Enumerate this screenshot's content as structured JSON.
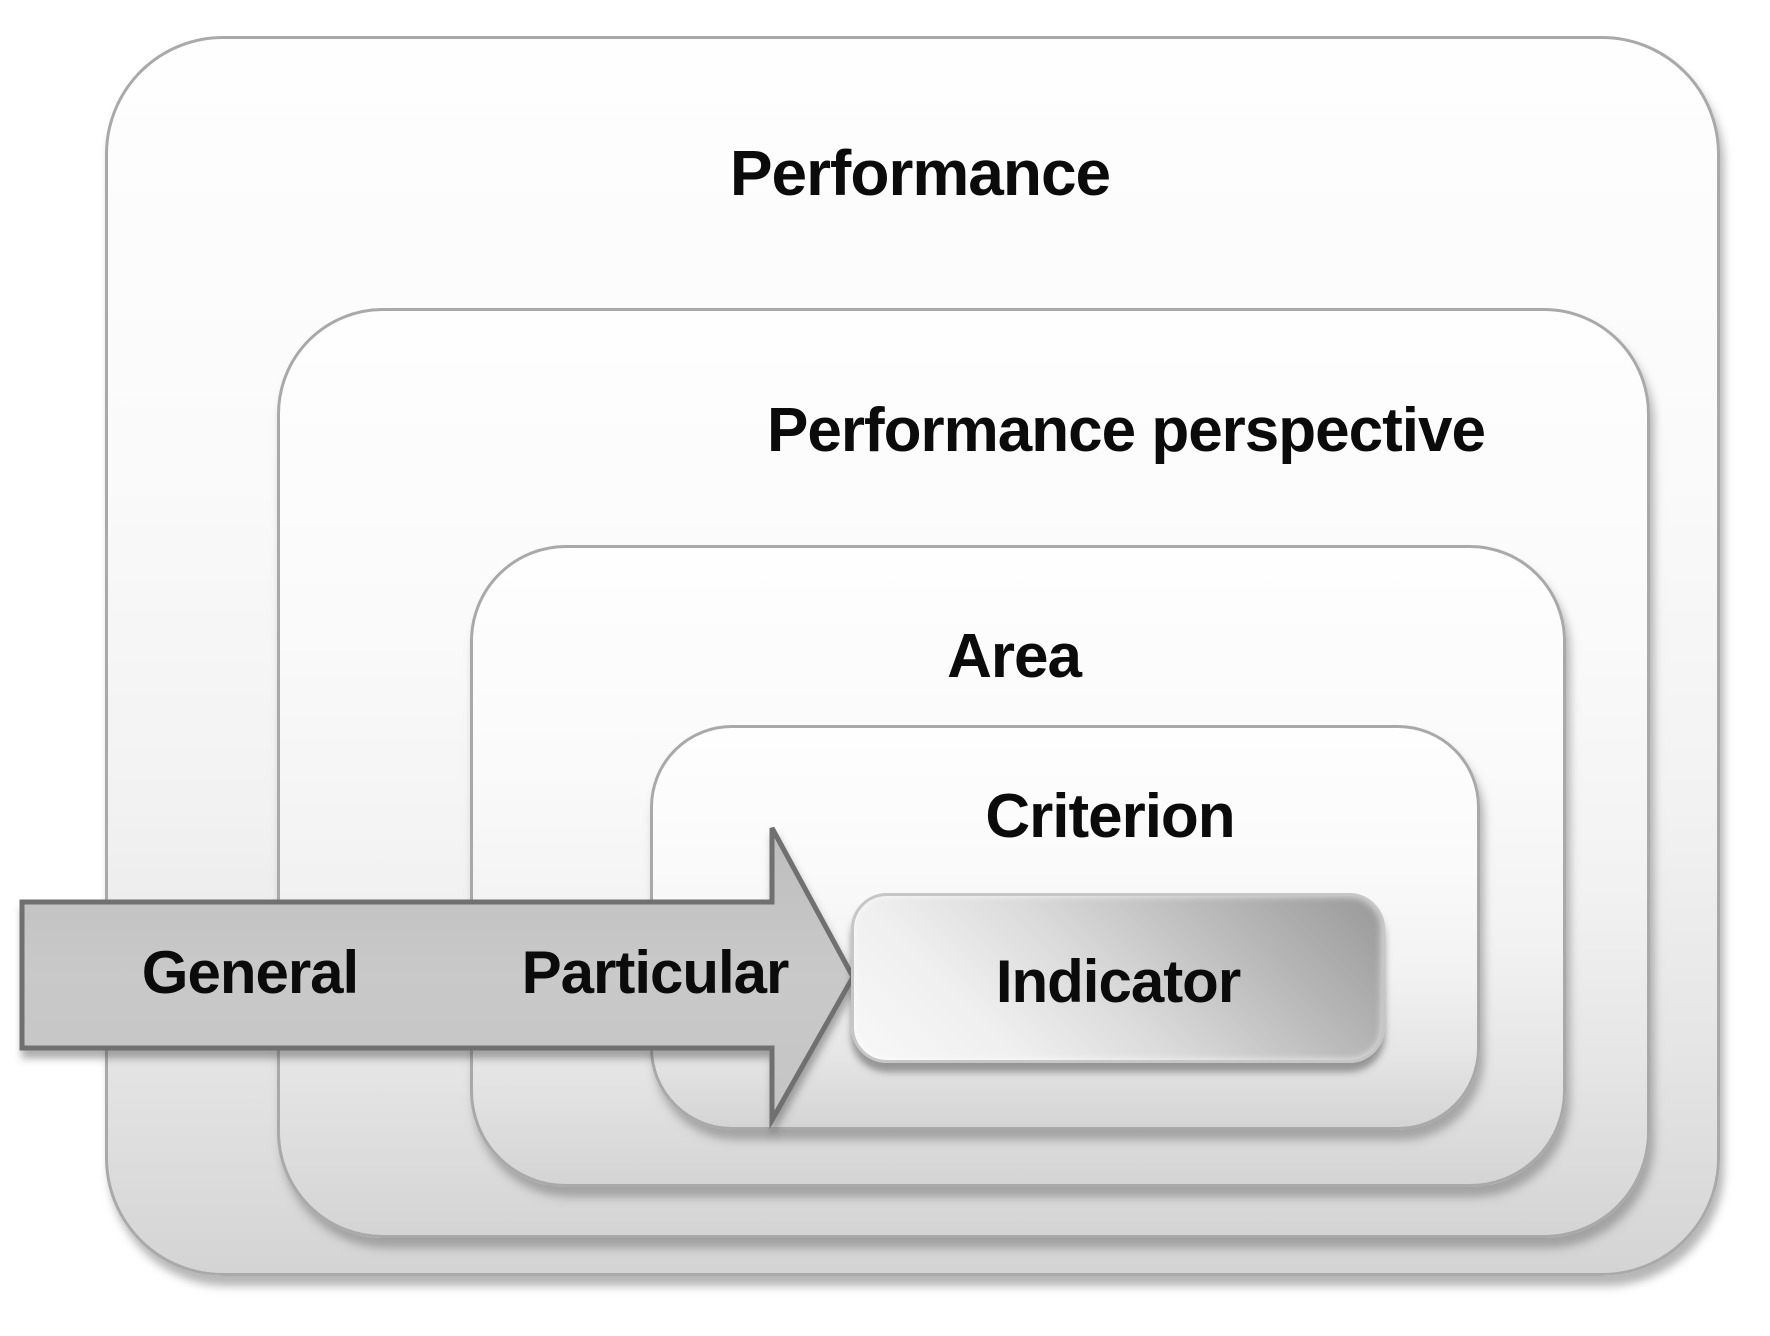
{
  "diagram": {
    "type": "nested-containment",
    "description_levels_outer_to_inner": 5,
    "levels": [
      {
        "id": "performance",
        "label": "Performance"
      },
      {
        "id": "performance-perspective",
        "label": "Performance perspective"
      },
      {
        "id": "area",
        "label": "Area"
      },
      {
        "id": "criterion",
        "label": "Criterion"
      },
      {
        "id": "indicator",
        "label": "Indicator"
      }
    ],
    "arrow": {
      "direction": "right",
      "from_label": "General",
      "to_label": "Particular",
      "points_to": "Indicator"
    },
    "colors": {
      "background": "#ffffff",
      "box_border": "#a9a9a9",
      "box_fill_top": "#fefefe",
      "box_fill_bottom": "#d4d4d4",
      "indicator_fill_dark": "#989898",
      "indicator_fill_light": "#f8f8f8",
      "arrow_fill": "#c6c6c6",
      "arrow_border": "#707070",
      "text": "#0b0b0b"
    }
  }
}
